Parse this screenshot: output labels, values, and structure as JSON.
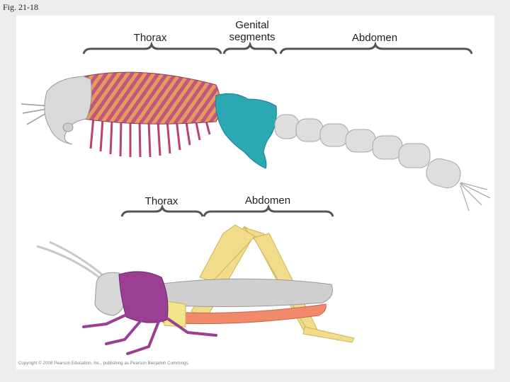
{
  "figure_label": "Fig. 21-18",
  "top_diagram": {
    "labels": {
      "thorax": "Thorax",
      "genital_line1": "Genital",
      "genital_line2": "segments",
      "abdomen": "Abdomen"
    },
    "colors": {
      "head": "#d9d9d9",
      "thorax_stripe_a": "#c2567f",
      "thorax_stripe_b": "#e39c5a",
      "legs": "#b9426e",
      "genital": "#2aa9b5",
      "abdomen": "#dedede"
    }
  },
  "bottom_diagram": {
    "labels": {
      "thorax": "Thorax",
      "abdomen": "Abdomen"
    },
    "colors": {
      "head": "#d8d8d8",
      "thorax": "#9a3f93",
      "legs_hind": "#f1dc8b",
      "wing": "#cfcfcf",
      "abdomen_underside": "#f08a6a",
      "yellow_segment": "#f3e58c"
    }
  },
  "credit": "Copyright © 2008 Pearson Education, Inc., publishing as Pearson Benjamin Cummings."
}
